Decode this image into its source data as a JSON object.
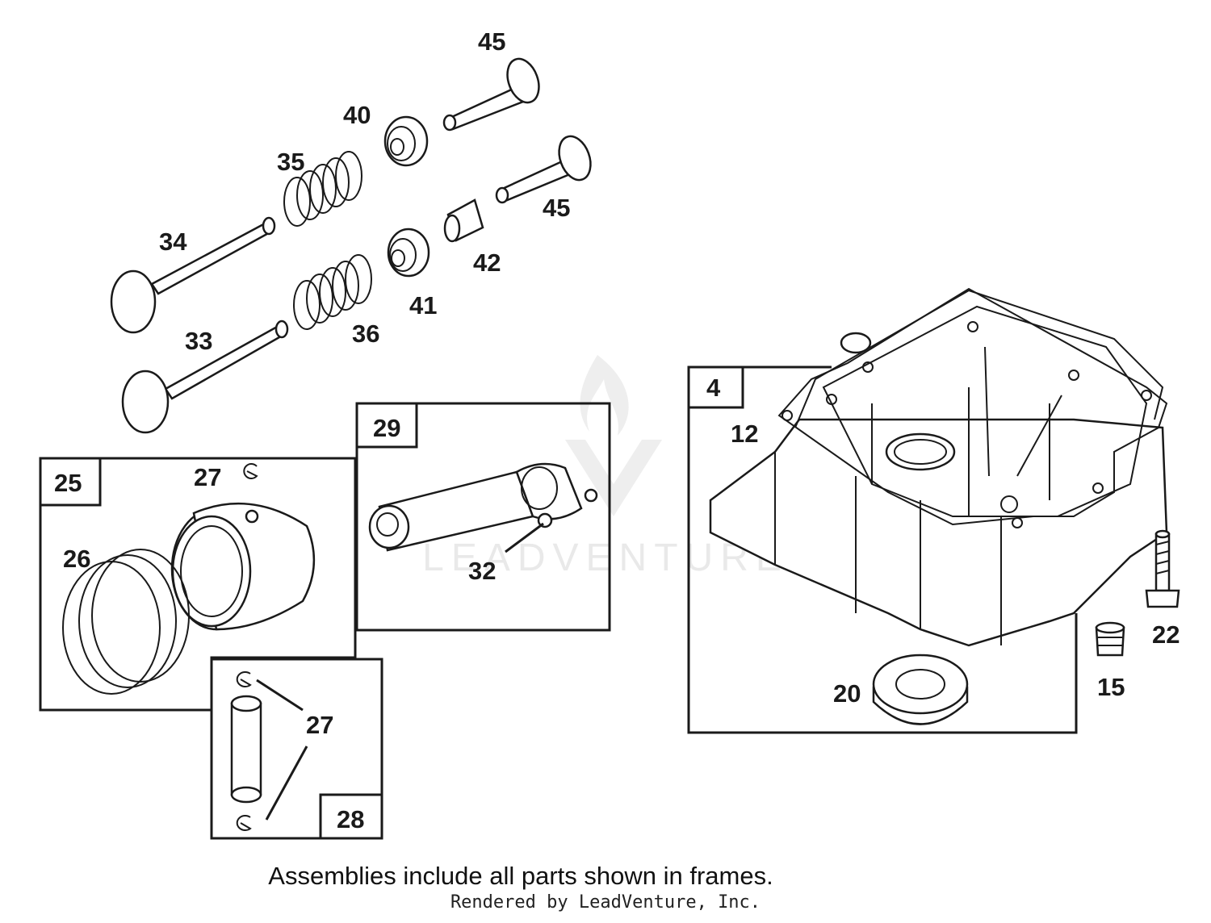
{
  "caption": "Assemblies include all parts shown in frames.",
  "credit": "Rendered by LeadVenture, Inc.",
  "watermark": "LEADVENTURE",
  "frames": {
    "f4": "4",
    "f25": "25",
    "f28": "28",
    "f29": "29"
  },
  "parts": {
    "p45a": "45",
    "p40": "40",
    "p35": "35",
    "p45b": "45",
    "p34": "34",
    "p42": "42",
    "p41": "41",
    "p33": "33",
    "p36": "36",
    "p12": "12",
    "p27a": "27",
    "p26": "26",
    "p32": "32",
    "p27b": "27",
    "p22": "22",
    "p15": "15",
    "p20": "20"
  }
}
